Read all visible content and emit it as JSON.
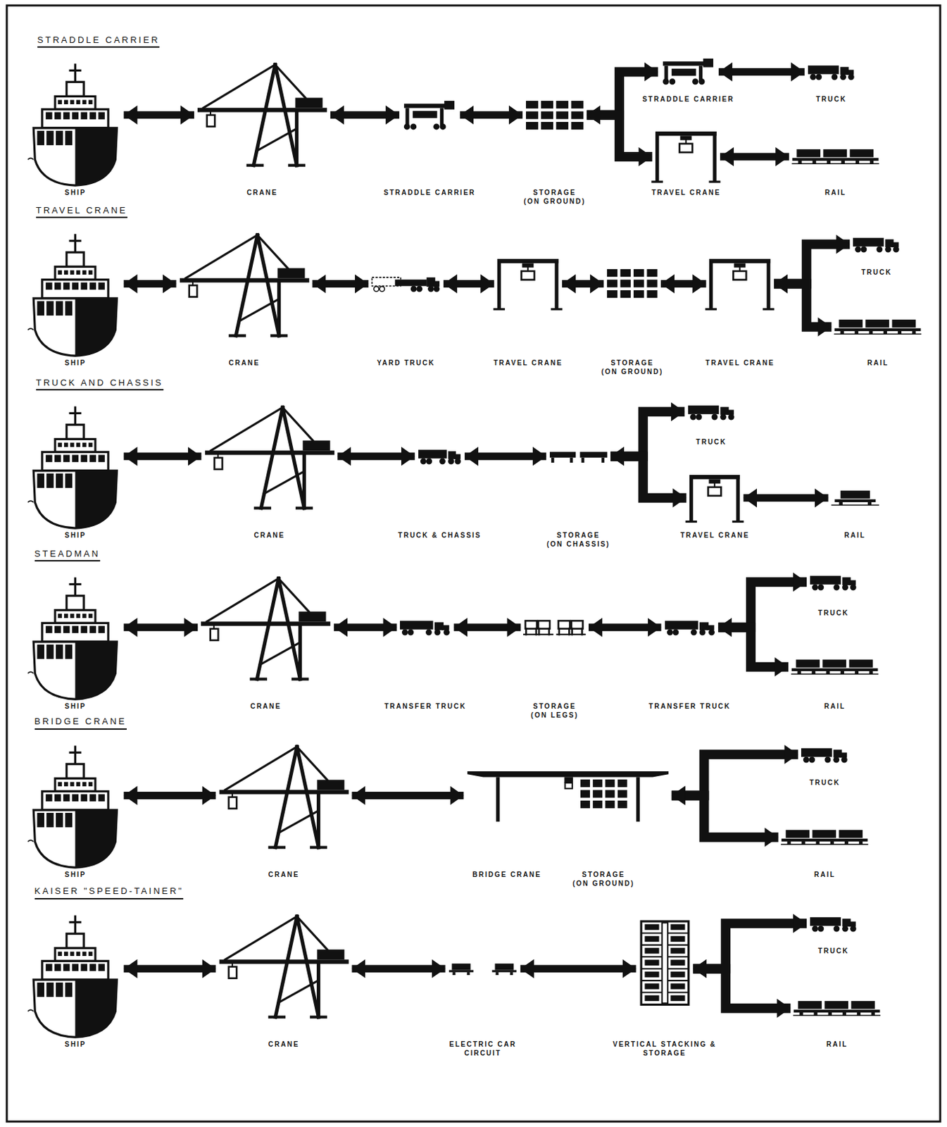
{
  "diagram": {
    "nodes": [
      {
        "text": [
          "SHIP"
        ]
      },
      {
        "text": [
          "CRANE"
        ]
      },
      {
        "text": [
          "STRADDLE CARRIER"
        ]
      },
      {
        "text": [
          "STORAGE",
          "(ON GROUND)"
        ]
      },
      {
        "text": [
          "STRADDLE CARRIER"
        ]
      },
      {
        "text": [
          "TRUCK"
        ]
      },
      {
        "text": [
          "TRAVEL CRANE"
        ]
      },
      {
        "text": [
          "RAIL"
        ]
      },
      {
        "text": [
          "SHIP"
        ]
      },
      {
        "text": [
          "CRANE"
        ]
      },
      {
        "text": [
          "YARD TRUCK"
        ]
      },
      {
        "text": [
          "TRAVEL CRANE"
        ]
      },
      {
        "text": [
          "STORAGE",
          "(ON GROUND)"
        ]
      },
      {
        "text": [
          "TRAVEL CRANE"
        ]
      },
      {
        "text": [
          "TRUCK"
        ]
      },
      {
        "text": [
          "RAIL"
        ]
      },
      {
        "text": [
          "SHIP"
        ]
      },
      {
        "text": [
          "CRANE"
        ]
      },
      {
        "text": [
          "TRUCK & CHASSIS"
        ]
      },
      {
        "text": [
          "STORAGE",
          "(ON CHASSIS)"
        ]
      },
      {
        "text": [
          "TRUCK"
        ]
      },
      {
        "text": [
          "TRAVEL CRANE"
        ]
      },
      {
        "text": [
          "RAIL"
        ]
      },
      {
        "text": [
          "SHIP"
        ]
      },
      {
        "text": [
          "CRANE"
        ]
      },
      {
        "text": [
          "TRANSFER TRUCK"
        ]
      },
      {
        "text": [
          "STORAGE",
          "(ON LEGS)"
        ]
      },
      {
        "text": [
          "TRANSFER TRUCK"
        ]
      },
      {
        "text": [
          "TRUCK"
        ]
      },
      {
        "text": [
          "RAIL"
        ]
      },
      {
        "text": [
          "SHIP"
        ]
      },
      {
        "text": [
          "CRANE"
        ]
      },
      {
        "text": [
          "BRIDGE CRANE"
        ]
      },
      {
        "text": [
          "STORAGE",
          "(ON GROUND)"
        ],
        "in": 32
      },
      {
        "text": [
          "TRUCK"
        ]
      },
      {
        "text": [
          "RAIL"
        ]
      },
      {
        "text": [
          "SHIP"
        ]
      },
      {
        "text": [
          "CRANE"
        ]
      },
      {
        "text": [
          "ELECTRIC CAR CIRCUIT"
        ]
      },
      {
        "text": [
          "VERTICAL STACKING & STORAGE"
        ]
      },
      {
        "text": [
          "TRUCK"
        ]
      },
      {
        "text": [
          "RAIL"
        ]
      }
    ],
    "edges": [
      {
        "from": 0,
        "to": 1,
        "arrow": "both"
      },
      {
        "from": 1,
        "to": 2,
        "arrow": "both"
      },
      {
        "from": 2,
        "to": 3,
        "arrow": "both"
      },
      {
        "from": 3,
        "to": 4,
        "arrow": "both"
      },
      {
        "from": 4,
        "to": 5,
        "arrow": "both"
      },
      {
        "from": 3,
        "to": 6,
        "arrow": "both"
      },
      {
        "from": 6,
        "to": 7,
        "arrow": "both"
      },
      {
        "from": 8,
        "to": 9,
        "arrow": "both"
      },
      {
        "from": 9,
        "to": 10,
        "arrow": "both"
      },
      {
        "from": 10,
        "to": 11,
        "arrow": "both"
      },
      {
        "from": 11,
        "to": 12,
        "arrow": "both"
      },
      {
        "from": 12,
        "to": 13,
        "arrow": "both"
      },
      {
        "from": 13,
        "to": 14,
        "arrow": "both"
      },
      {
        "from": 13,
        "to": 15,
        "arrow": "both"
      },
      {
        "from": 16,
        "to": 17,
        "arrow": "both"
      },
      {
        "from": 17,
        "to": 18,
        "arrow": "both"
      },
      {
        "from": 18,
        "to": 19,
        "arrow": "both"
      },
      {
        "from": 19,
        "to": 20,
        "arrow": "both"
      },
      {
        "from": 19,
        "to": 21,
        "arrow": "both"
      },
      {
        "from": 21,
        "to": 22,
        "arrow": "both"
      },
      {
        "from": 23,
        "to": 24,
        "arrow": "both"
      },
      {
        "from": 24,
        "to": 25,
        "arrow": "both"
      },
      {
        "from": 25,
        "to": 26,
        "arrow": "both"
      },
      {
        "from": 26,
        "to": 27,
        "arrow": "both"
      },
      {
        "from": 27,
        "to": 28,
        "arrow": "both"
      },
      {
        "from": 27,
        "to": 29,
        "arrow": "both"
      },
      {
        "from": 30,
        "to": 31,
        "arrow": "both"
      },
      {
        "from": 31,
        "to": 32,
        "arrow": "both"
      },
      {
        "from": 32,
        "to": 34,
        "arrow": "both"
      },
      {
        "from": 32,
        "to": 35,
        "arrow": "both"
      },
      {
        "from": 36,
        "to": 37,
        "arrow": "both"
      },
      {
        "from": 37,
        "to": 38,
        "arrow": "both"
      },
      {
        "from": 38,
        "to": 39,
        "arrow": "both"
      },
      {
        "from": 39,
        "to": 40,
        "arrow": "both"
      },
      {
        "from": 39,
        "to": 41,
        "arrow": "both"
      }
    ],
    "labels": [
      "STRADDLE CARRIER",
      "TRAVEL CRANE",
      "TRUCK AND CHASSIS",
      "STEADMAN",
      "BRIDGE CRANE",
      "KAISER \"SPEED-TAINER\""
    ]
  }
}
